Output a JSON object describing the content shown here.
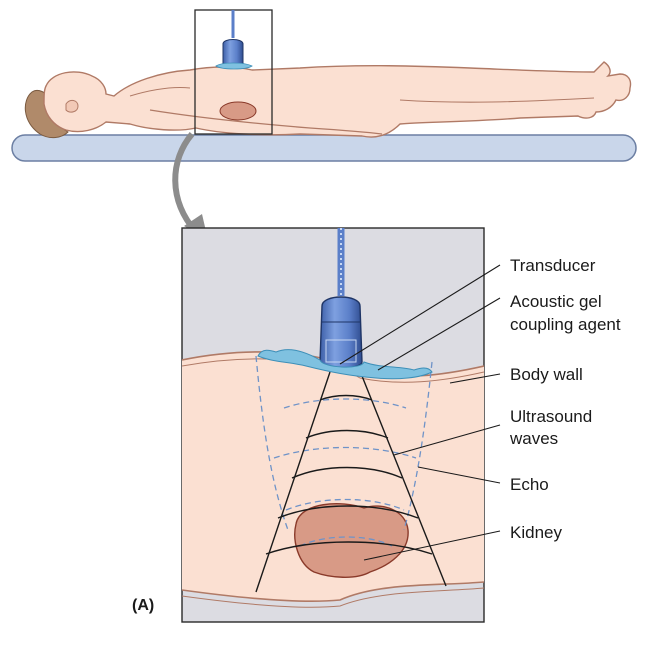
{
  "panel_letter": "(A)",
  "labels": {
    "transducer": "Transducer",
    "gel_line1": "Acoustic gel",
    "gel_line2": "coupling agent",
    "body_wall": "Body wall",
    "ultrasound_line1": "Ultrasound",
    "ultrasound_line2": "waves",
    "echo": "Echo",
    "kidney": "Kidney"
  },
  "colors": {
    "skin": "#fbe0d2",
    "skin_outline": "#b07a66",
    "table": "#c9d6ea",
    "table_outline": "#6c7fa3",
    "background_gray": "#dcdce2",
    "kidney": "#d89a86",
    "kidney_outline": "#8a3a2a",
    "probe": "#5b7fc9",
    "gel": "#7fc1e0",
    "echo_dash": "#6f93c8",
    "hair": "#b08a6a"
  }
}
